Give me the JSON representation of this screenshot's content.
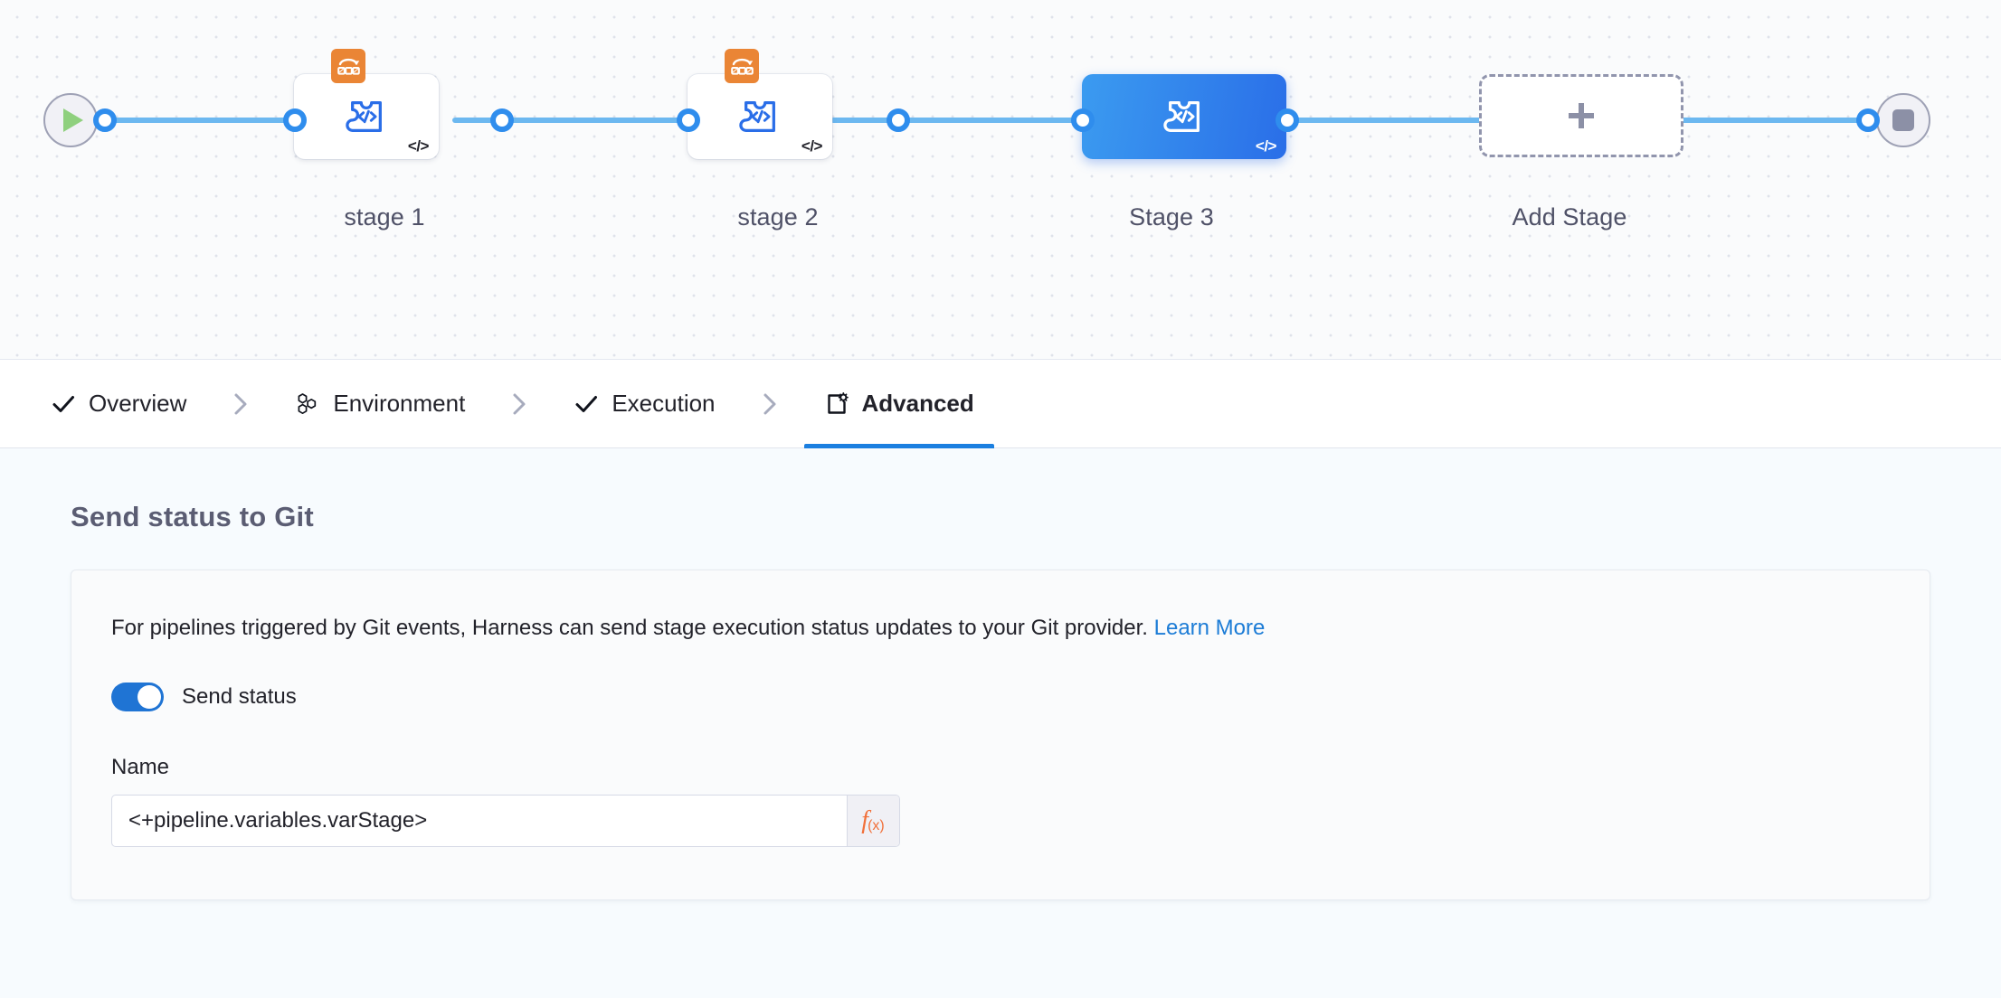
{
  "canvas": {
    "start_node": {
      "icon": "play-icon",
      "name": "pipeline-start-node"
    },
    "end_node": {
      "icon": "stop-icon",
      "name": "pipeline-end-node"
    },
    "stages": [
      {
        "label": "stage 1",
        "type": "custom-stage",
        "selected": false,
        "is_template": true,
        "template_marker": "</>",
        "conditional_badge": true,
        "badge_icon": "conditional-execution-icon"
      },
      {
        "label": "stage 2",
        "type": "custom-stage",
        "selected": false,
        "is_template": true,
        "template_marker": "</>",
        "conditional_badge": true,
        "badge_icon": "conditional-execution-icon"
      },
      {
        "label": "Stage 3",
        "type": "custom-stage",
        "selected": true,
        "is_template": true,
        "template_marker": "</>",
        "conditional_badge": false,
        "badge_icon": null
      }
    ],
    "add_stage": {
      "label": "Add Stage",
      "icon": "plus-icon"
    },
    "colors": {
      "connector": "#6cb8f0",
      "port_ring": "#2f8ded",
      "selected_stage_start": "#3b9bf0",
      "selected_stage_end": "#2a6ee8",
      "conditional_badge": "#ea8535",
      "play_triangle": "#8fd07e",
      "stop_square": "#8c90a6"
    }
  },
  "tabs": {
    "items": [
      {
        "label": "Overview",
        "icon": "check-icon",
        "active": false
      },
      {
        "label": "Environment",
        "icon": "hexagon-cluster-icon",
        "active": false
      },
      {
        "label": "Execution",
        "icon": "check-icon",
        "active": false
      },
      {
        "label": "Advanced",
        "icon": "clipboard-gear-icon",
        "active": true
      }
    ],
    "separator_icon": "chevron-right-icon",
    "active_underline_color": "#1b7fe0"
  },
  "main": {
    "section_title": "Send status to Git",
    "card": {
      "description": "For pipelines triggered by Git events, Harness can send stage execution status updates to your Git provider.",
      "learn_more_label": "Learn More",
      "toggle": {
        "label": "Send status",
        "enabled": true,
        "on_color": "#1f74d4"
      },
      "name_field": {
        "label": "Name",
        "value": "<+pipeline.variables.varStage>",
        "placeholder": "Name",
        "expression_button_label": "f",
        "expression_button_subscript": "(x)",
        "expression_button_color": "#f1703a"
      }
    }
  }
}
